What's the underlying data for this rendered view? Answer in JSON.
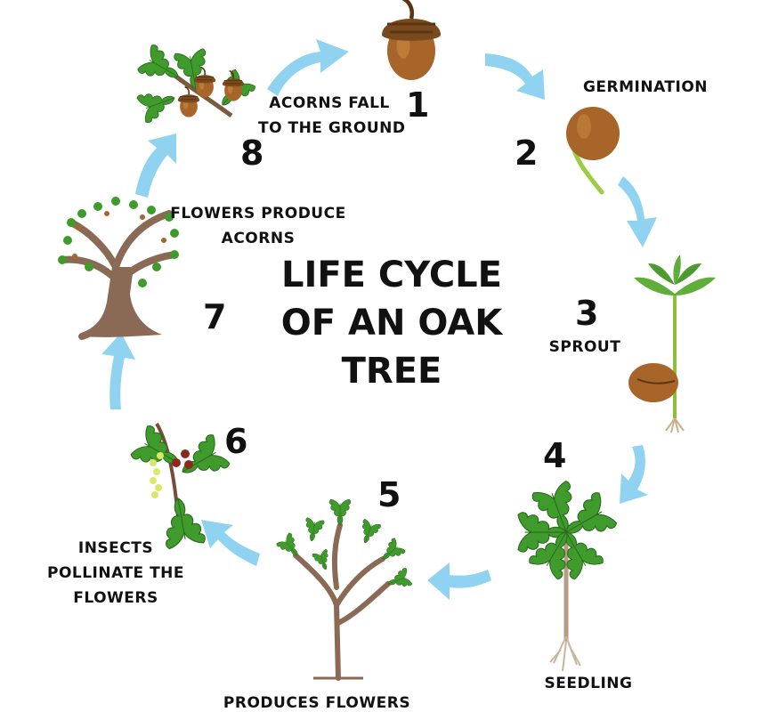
{
  "title": "LIFE CYCLE OF AN OAK TREE",
  "stages": [
    {
      "number": "1",
      "label_lines": [
        "ACORNS FALL",
        "TO THE GROUND"
      ]
    },
    {
      "number": "2",
      "label_lines": [
        "GERMINATION"
      ]
    },
    {
      "number": "3",
      "label_lines": [
        "SPROUT"
      ]
    },
    {
      "number": "4",
      "label_lines": [
        "SEEDLING"
      ]
    },
    {
      "number": "5",
      "label_lines": [
        "PRODUCES FLOWERS"
      ]
    },
    {
      "number": "6",
      "label_lines": [
        "INSECTS",
        "POLLINATE THE",
        "FLOWERS"
      ]
    },
    {
      "number": "7",
      "label_lines": [
        "FLOWERS PRODUCE",
        "ACORNS"
      ]
    },
    {
      "number": "8",
      "label_lines": []
    }
  ],
  "colors": {
    "arrow": "#8fd3f0",
    "leaf": "#3f9b2c",
    "acorn": "#a8652a",
    "trunk": "#8a6a55"
  }
}
